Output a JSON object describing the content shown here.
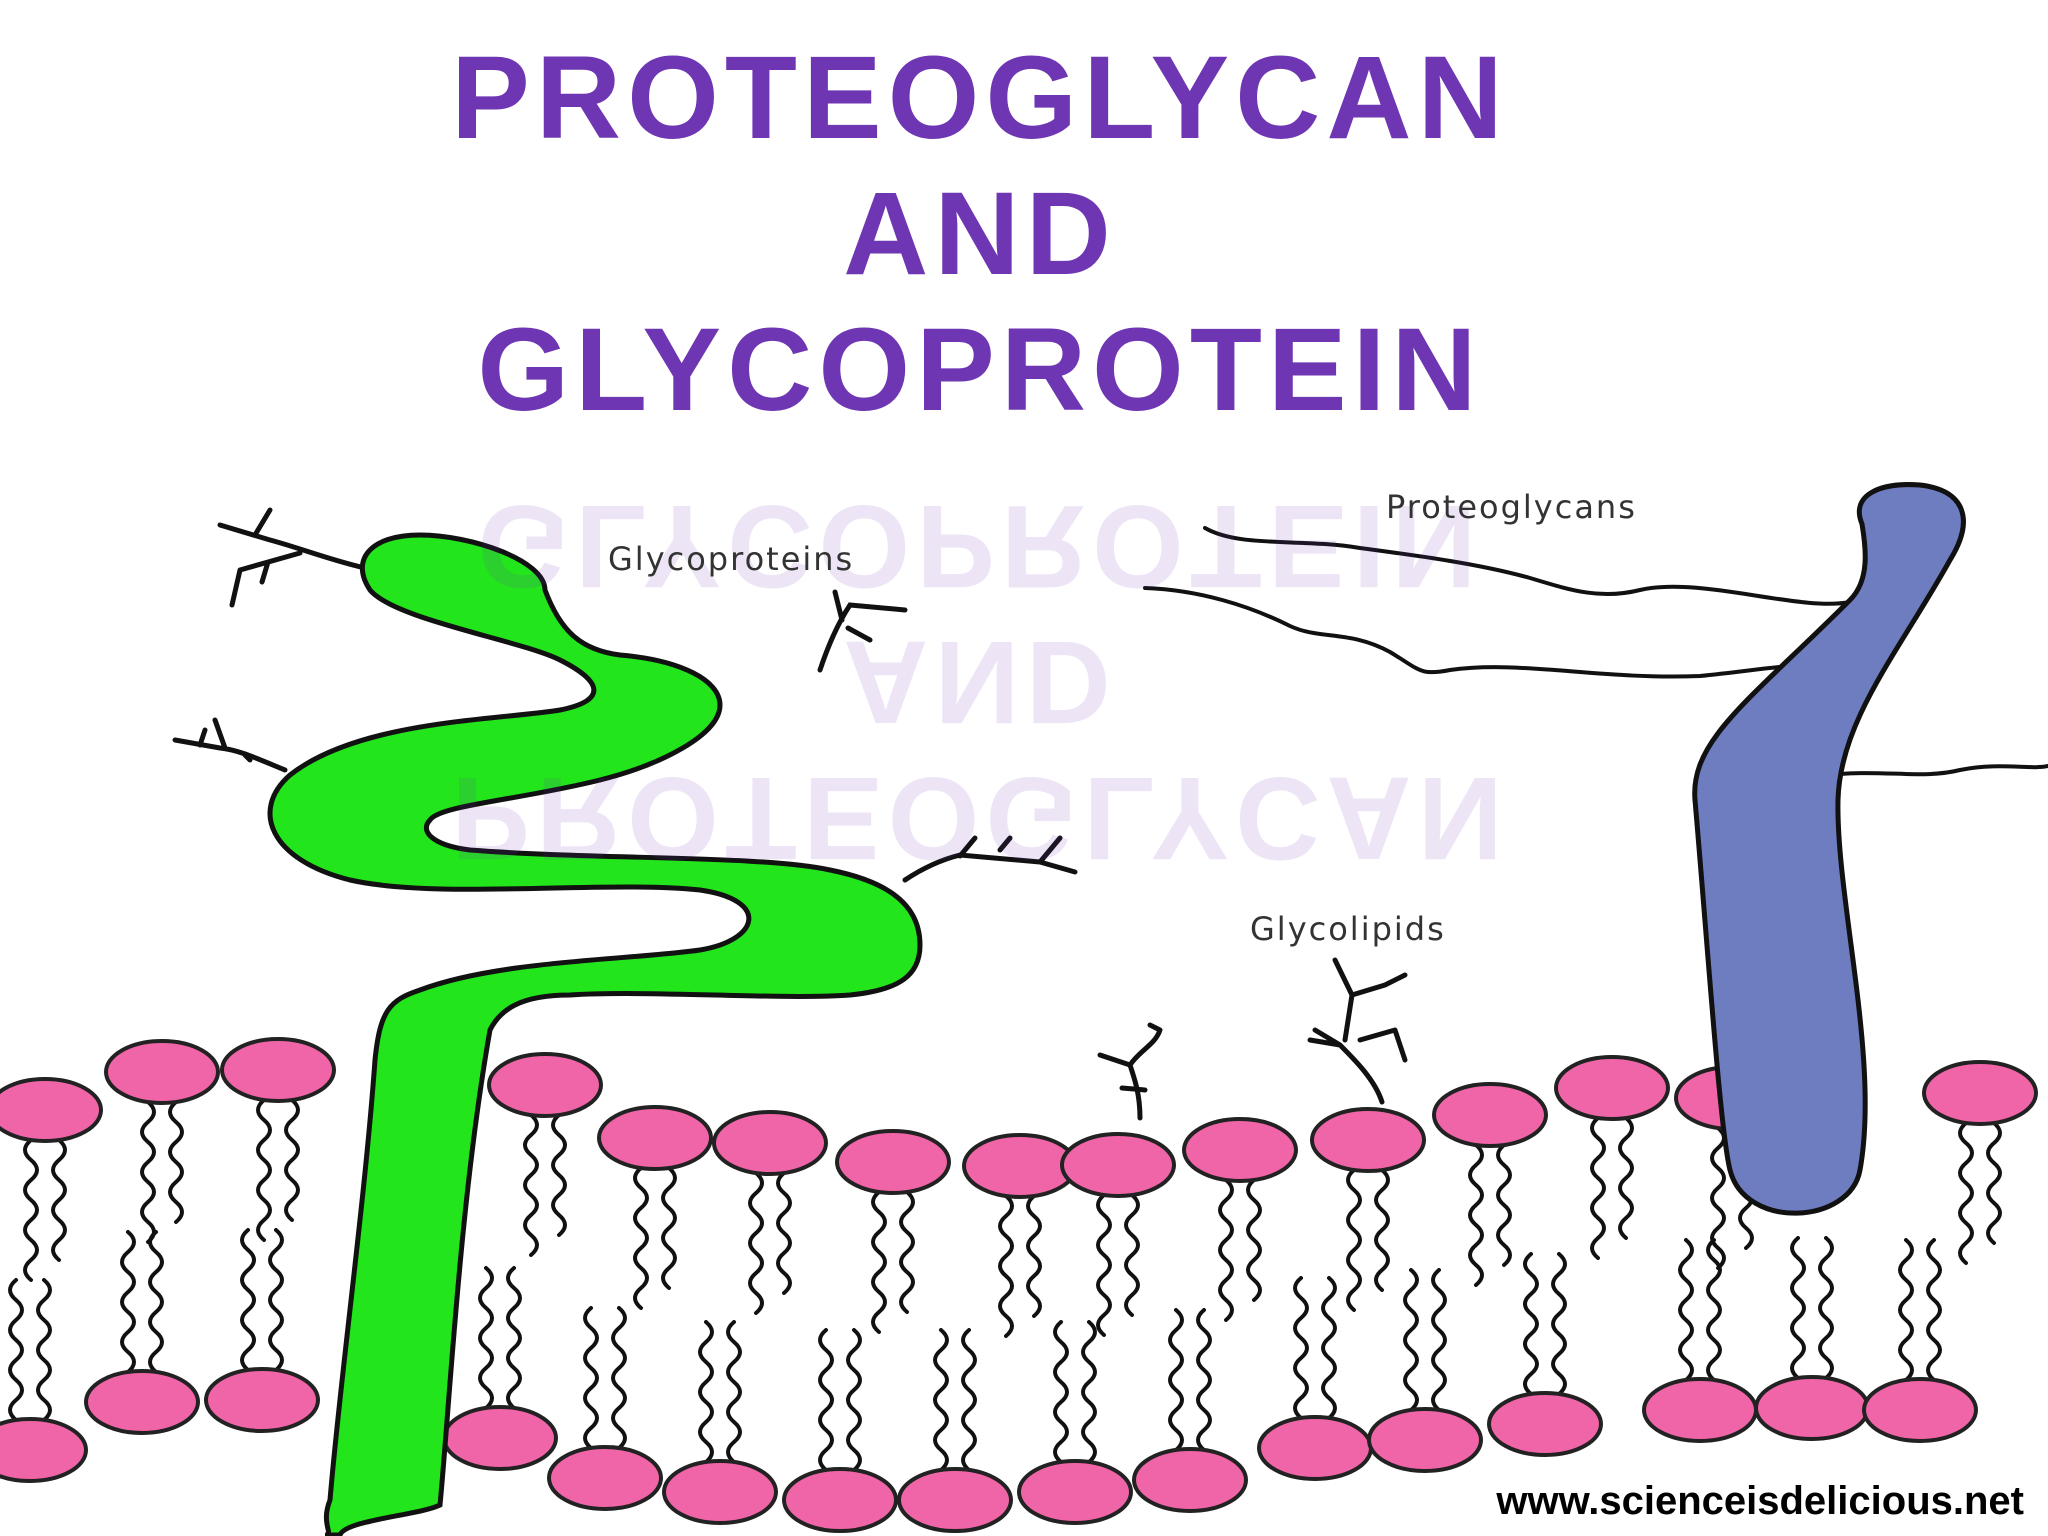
{
  "title": {
    "line1": "PROTEOGLYCAN",
    "line2": "AND",
    "line3": "GLYCOPROTEIN"
  },
  "labels": {
    "glycoproteins": "Glycoproteins",
    "proteoglycans": "Proteoglycans",
    "glycolipids": "Glycolipids"
  },
  "footer": {
    "url": "www.scienceisdelicious.net"
  },
  "colors": {
    "title": "#6f36b3",
    "glycoprotein": "#22e51c",
    "proteoglycan": "#6e7cc0",
    "lipid_head": "#f064a8",
    "outline": "#111111"
  }
}
